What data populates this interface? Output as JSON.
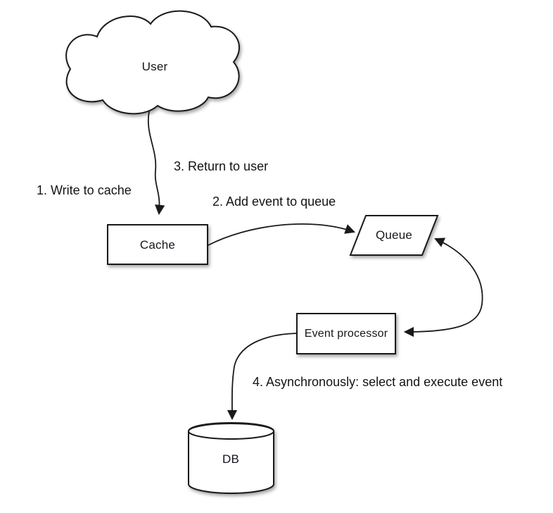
{
  "diagram": {
    "background": "#ffffff",
    "stroke_color": "#1a1a1a",
    "text_color": "#16161d",
    "nodes": {
      "user": {
        "label": "User",
        "shape": "cloud"
      },
      "cache": {
        "label": "Cache",
        "shape": "rectangle"
      },
      "queue": {
        "label": "Queue",
        "shape": "parallelogram"
      },
      "event_processor": {
        "label": "Event processor",
        "shape": "rectangle"
      },
      "db": {
        "label": "DB",
        "shape": "cylinder"
      }
    },
    "steps": {
      "step1": {
        "label": "1. Write to cache",
        "from": "user",
        "to": "cache"
      },
      "step2": {
        "label": "2. Add event to queue",
        "from": "cache",
        "to": "queue"
      },
      "step3": {
        "label": "3. Return to user",
        "from": "cache",
        "to": "user"
      },
      "step4": {
        "label": "4. Asynchronously: select and execute event",
        "from": "event_processor",
        "to": "db"
      }
    },
    "connections": [
      {
        "from": "user",
        "to": "cache",
        "type": "arrow",
        "style": "wavy"
      },
      {
        "from": "cache",
        "to": "queue",
        "type": "arrow",
        "style": "curved"
      },
      {
        "from": "queue",
        "to": "event_processor",
        "type": "double-arrow",
        "style": "curved"
      },
      {
        "from": "event_processor",
        "to": "db",
        "type": "arrow",
        "style": "curved"
      }
    ]
  }
}
